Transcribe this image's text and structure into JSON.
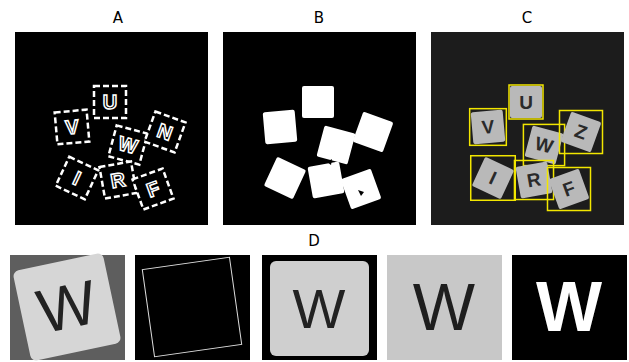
{
  "diagram": {
    "labels": [
      "A",
      "B",
      "C",
      "V",
      "U",
      "W",
      "N",
      "I",
      "R",
      "F",
      "V",
      "U",
      "W",
      "Z",
      "I",
      "R",
      "F",
      "D",
      "W",
      "W",
      "W",
      "W"
    ]
  }
}
